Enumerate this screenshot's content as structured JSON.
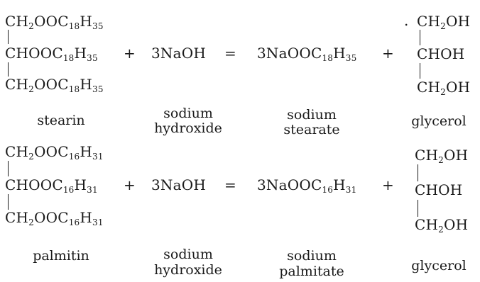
{
  "reactions": [
    {
      "reactant": [
        [
          "CH",
          "2",
          "OOC",
          "18",
          "H",
          "35"
        ],
        [
          "CHOOC",
          "18",
          "H",
          "35"
        ],
        [
          "CH",
          "2",
          "OOC",
          "18",
          "H",
          "35"
        ]
      ],
      "plus1": "+",
      "reagent": "3NaOH",
      "equals": "=",
      "salt": [
        "3NaOOC",
        "18",
        "H",
        "35"
      ],
      "plus2": "+",
      "product": [
        [
          "CH",
          "2",
          "OH"
        ],
        [
          "CHOH"
        ],
        [
          "CH",
          "2",
          "OH"
        ]
      ],
      "dot": ".",
      "labels": {
        "reactant": "stearin",
        "reagent": [
          "sodium",
          "hydroxide"
        ],
        "salt": [
          "sodium",
          "stearate"
        ],
        "product": "glycerol"
      }
    },
    {
      "reactant": [
        [
          "CH",
          "2",
          "OOC",
          "16",
          "H",
          "31"
        ],
        [
          "CHOOC",
          "16",
          "H",
          "31"
        ],
        [
          "CH",
          "2",
          "OOC",
          "16",
          "H",
          "31"
        ]
      ],
      "plus1": "+",
      "reagent": "3NaOH",
      "equals": "=",
      "salt": [
        "3NaOOC",
        "16",
        "H",
        "31"
      ],
      "plus2": "+",
      "product": [
        [
          "CH",
          "2",
          "OH"
        ],
        [
          "CHOH"
        ],
        [
          "CH",
          "2",
          "OH"
        ]
      ],
      "labels": {
        "reactant": "palmitin",
        "reagent": [
          "sodium",
          "hydroxide"
        ],
        "salt": [
          "sodium",
          "palmitate"
        ],
        "product": "glycerol"
      }
    }
  ]
}
